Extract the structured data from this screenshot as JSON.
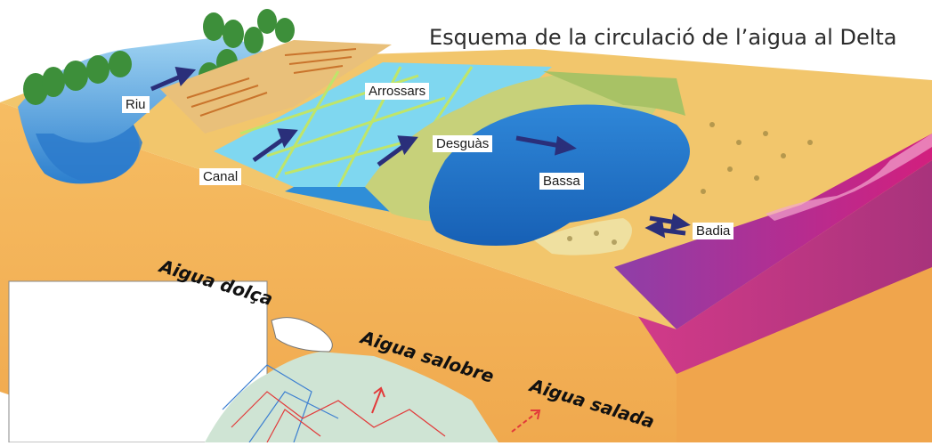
{
  "title": "Esquema de la circulació de l’aigua al Delta",
  "labels": {
    "riu": "Riu",
    "arrossars": "Arrossars",
    "desguas": "Desguàs",
    "canal": "Canal",
    "bassa": "Bassa",
    "badia": "Badia"
  },
  "zones": {
    "dolca": "Aigua dolça",
    "salobre": "Aigua salobre",
    "salada": "Aigua salada"
  },
  "colors": {
    "earth": "#f2b35a",
    "fresh_water": "#3d8fd6",
    "brackish": "#1f6fc4",
    "sea": "#c8257c",
    "fields": "#c9cf7a",
    "arrow": "#2a2f7a",
    "map_arrow": "#e23a3a"
  }
}
